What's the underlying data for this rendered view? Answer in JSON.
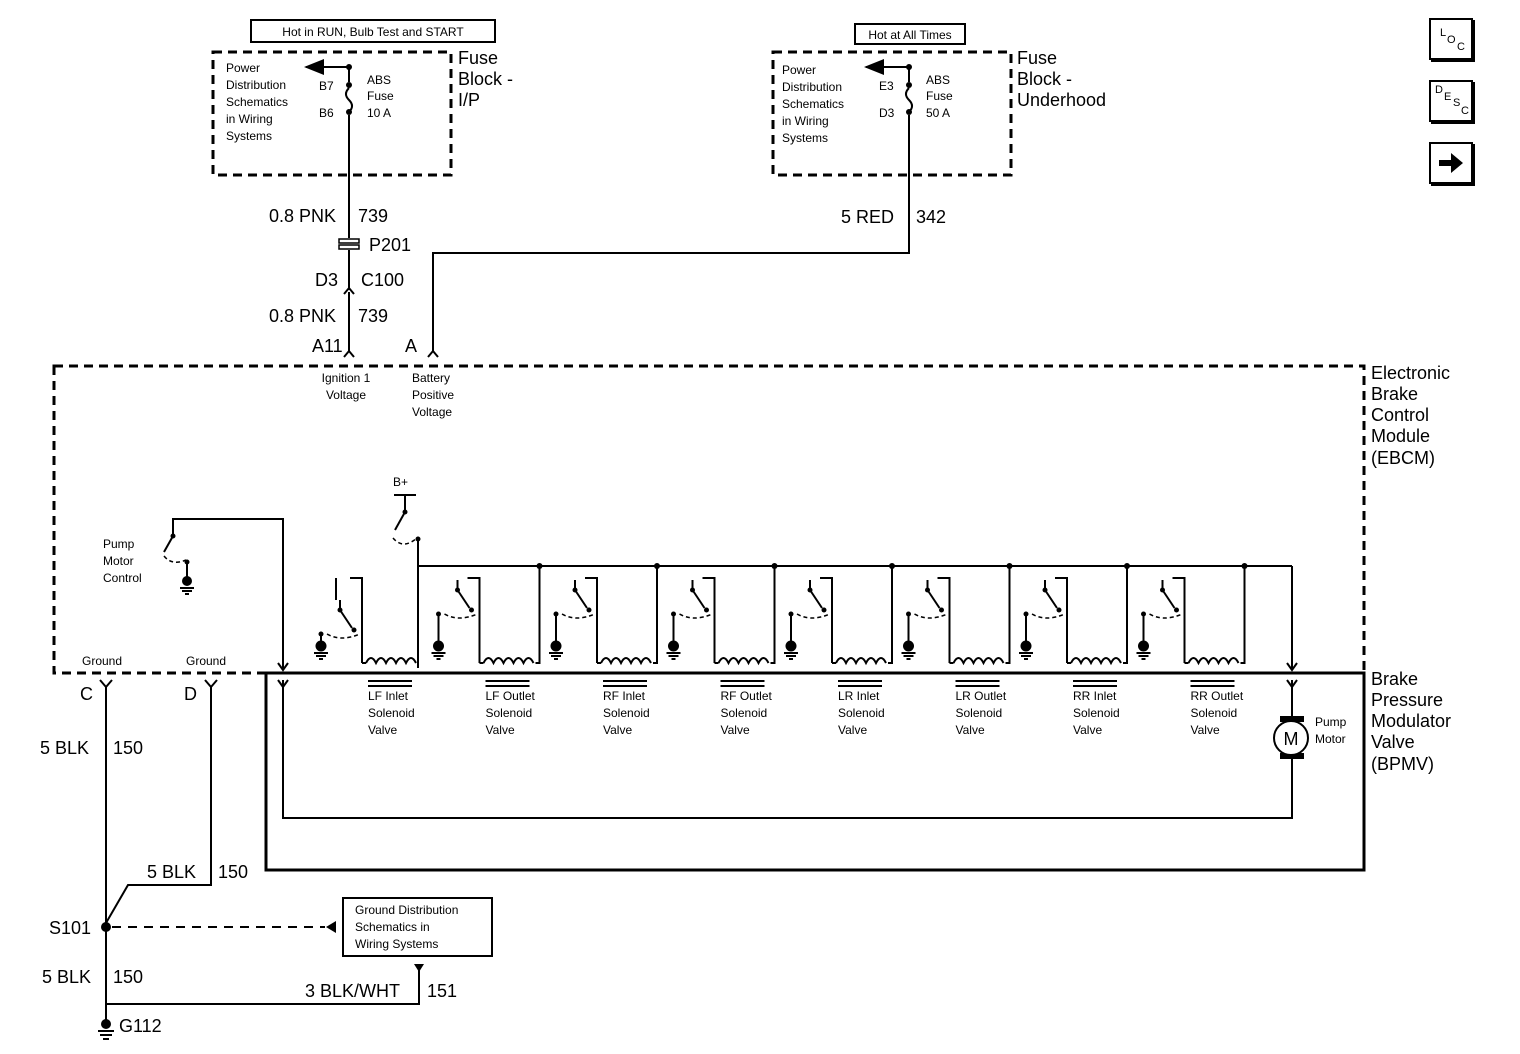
{
  "nav": {
    "loc": {
      "a": "L",
      "b": "O",
      "c": "C"
    },
    "desc": {
      "a": "D",
      "b": "E",
      "c": "S",
      "d": "C"
    },
    "next_icon": "right-arrow-icon"
  },
  "fuse_ip": {
    "banner": "Hot in RUN, Bulb Test and START",
    "power_dist": [
      "Power",
      "Distribution",
      "Schematics",
      "in Wiring",
      "Systems"
    ],
    "pin_in": "B7",
    "pin_out": "B6",
    "fuse": [
      "ABS",
      "Fuse",
      "10 A"
    ],
    "name": [
      "Fuse",
      "Block -",
      "I/P"
    ]
  },
  "fuse_uh": {
    "banner": "Hot at All Times",
    "power_dist": [
      "Power",
      "Distribution",
      "Schematics",
      "in Wiring",
      "Systems"
    ],
    "pin_in": "E3",
    "pin_out": "D3",
    "fuse": [
      "ABS",
      "Fuse",
      "50 A"
    ],
    "name": [
      "Fuse",
      "Block -",
      "Underhood"
    ]
  },
  "wires": {
    "pnk_upper_gauge": "0.8 PNK",
    "pnk_upper_circuit": "739",
    "connector_p": "P201",
    "c100_pin": "D3",
    "c100": "C100",
    "pnk_lower_gauge": "0.8 PNK",
    "pnk_lower_circuit": "739",
    "red_gauge": "5 RED",
    "red_circuit": "342",
    "pin_a11": "A11",
    "pin_a": "A",
    "pin_c": "C",
    "pin_d": "D",
    "blk_c_gauge": "5 BLK",
    "blk_c_circuit": "150",
    "blk_d_gauge": "5 BLK",
    "blk_d_circuit": "150",
    "splice": "S101",
    "blk_g_gauge": "5 BLK",
    "blk_g_circuit": "150",
    "blkwht_gauge": "3 BLK/WHT",
    "blkwht_circuit": "151",
    "ground": "G112"
  },
  "ebcm": {
    "name": [
      "Electronic",
      "Brake",
      "Control",
      "Module",
      "(EBCM)"
    ],
    "ign": [
      "Ignition 1",
      "Voltage"
    ],
    "batt": [
      "Battery",
      "Positive",
      "Voltage"
    ],
    "pump_ctrl": [
      "Pump",
      "Motor",
      "Control"
    ],
    "bplus": "B+",
    "ground_c": "Ground",
    "ground_d": "Ground"
  },
  "bpmv": {
    "name": [
      "Brake",
      "Pressure",
      "Modulator",
      "Valve",
      "(BPMV)"
    ],
    "solenoids": [
      [
        "LF Inlet",
        "Solenoid",
        "Valve"
      ],
      [
        "LF Outlet",
        "Solenoid",
        "Valve"
      ],
      [
        "RF Inlet",
        "Solenoid",
        "Valve"
      ],
      [
        "RF Outlet",
        "Solenoid",
        "Valve"
      ],
      [
        "LR Inlet",
        "Solenoid",
        "Valve"
      ],
      [
        "LR Outlet",
        "Solenoid",
        "Valve"
      ],
      [
        "RR Inlet",
        "Solenoid",
        "Valve"
      ],
      [
        "RR Outlet",
        "Solenoid",
        "Valve"
      ]
    ],
    "motor_symbol": "M",
    "pump_motor": [
      "Pump",
      "Motor"
    ]
  },
  "ground_ref": [
    "Ground Distribution",
    "Schematics in",
    "Wiring Systems"
  ]
}
